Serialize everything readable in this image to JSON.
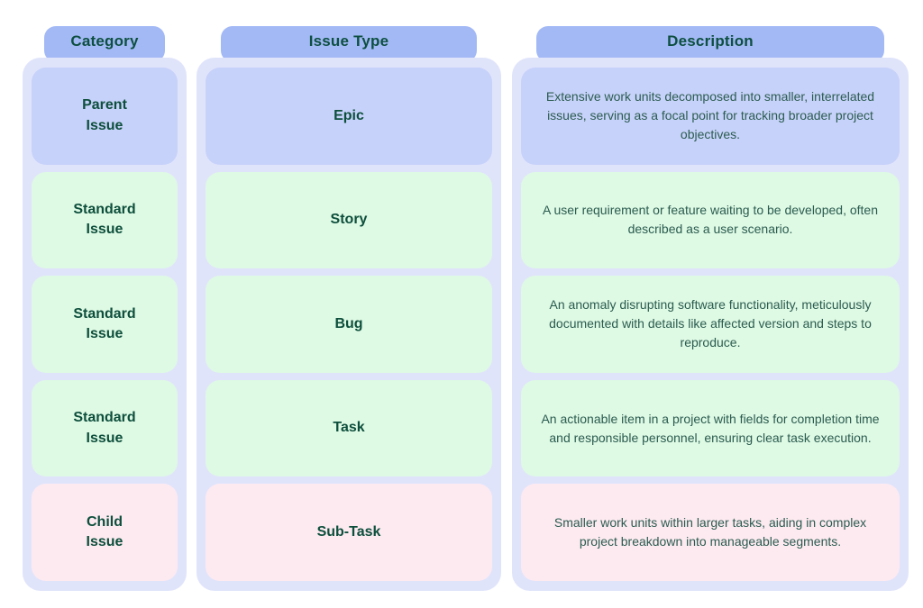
{
  "colors": {
    "pill": "#a3b9f6",
    "container": "#e0e4fb",
    "cell-blue": "#c7d2fa",
    "cell-green": "#def9e4",
    "cell-pink": "#fdeaf0",
    "heading": "#0d4f40",
    "label": "#0d4f3c",
    "desc": "#2b5c50"
  },
  "table": {
    "headers": {
      "category": "Category",
      "issue_type": "Issue Type",
      "description": "Description"
    },
    "rows": [
      {
        "category": "Parent\nIssue",
        "issue_type": "Epic",
        "description": "Extensive work units decomposed into smaller, interrelated issues, serving as a focal point for tracking broader project objectives.",
        "tone": "blue"
      },
      {
        "category": "Standard\nIssue",
        "issue_type": "Story",
        "description": "A user requirement or feature waiting to be developed, often described as a user scenario.",
        "tone": "green"
      },
      {
        "category": "Standard\nIssue",
        "issue_type": "Bug",
        "description": "An anomaly disrupting software functionality, meticulously documented with details like affected version and steps to reproduce.",
        "tone": "green"
      },
      {
        "category": "Standard\nIssue",
        "issue_type": "Task",
        "description": "An actionable item in a project with fields for completion time and responsible personnel, ensuring clear task execution.",
        "tone": "green"
      },
      {
        "category": "Child\nIssue",
        "issue_type": "Sub-Task",
        "description": "Smaller work units within larger tasks, aiding in complex project breakdown into manageable segments.",
        "tone": "pink"
      }
    ]
  }
}
